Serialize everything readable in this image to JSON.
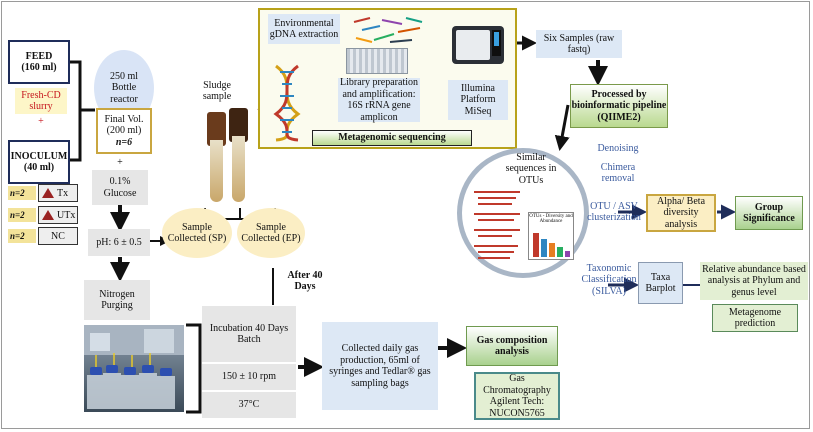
{
  "feed": {
    "title": "FEED",
    "volume": "(160 ml)"
  },
  "fresh_cd": "Fresh-CD slurry",
  "plus": "+",
  "inoculum": {
    "title": "INOCULUM",
    "volume": "(40 ml)"
  },
  "groups": [
    {
      "n": "n=2",
      "label": "Tx"
    },
    {
      "n": "n=2",
      "label": "UTx"
    },
    {
      "n": "n=2",
      "label": "NC"
    }
  ],
  "reactor": "250 ml Bottle reactor",
  "final_vol": {
    "text": "Final Vol. (200 ml)",
    "n": "n=6"
  },
  "plus2": "+",
  "glucose": "0.1% Glucose",
  "ph": "pH: 6 ± 0.5",
  "nitrogen": "Nitrogen Purging",
  "sludge": "Sludge sample",
  "sample_sp": "Sample Collected (SP)",
  "sample_ep": "Sample Collected (EP)",
  "after40": "After 40 Days",
  "incubation": "Incubation 40 Days Batch",
  "rpm": "150 ± 10 rpm",
  "temp": "37°C",
  "collected_gas": "Collected daily gas production, 65ml of syringes and Tedlar® gas sampling bags",
  "gas_analysis": "Gas composition analysis",
  "gas_chrom": "Gas Chromatography Agilent Tech: NUCON5765",
  "seq": {
    "env_extract": "Environmental gDNA extraction",
    "library": "Library preparation and amplification: 16S rRNA gene amplicon",
    "illumina": "Illumina Platform MiSeq",
    "title": "Metagenomic sequencing"
  },
  "six_samples": "Six Samples (raw fastq)",
  "processed": "Processed by bioinformatic pipeline (QIIME2)",
  "circle": {
    "similar": "Similar sequences in OTUs",
    "otu_diversity": "OTUs - Diversity and Abundance"
  },
  "steps": {
    "denoising": "Denoising",
    "chimera": "Chimera removal",
    "otu_asv": "OTU / ASV clusterization",
    "taxonomic": "Taxonomic Classification (SILVA)"
  },
  "alpha_beta": "Alpha/ Beta diversity analysis",
  "group_sig": "Group Significance",
  "taxa_barplot": "Taxa Barplot",
  "relative_abundance": "Relative abundance based analysis at Phylum and genus level",
  "metagenome": "Metagenome prediction"
}
